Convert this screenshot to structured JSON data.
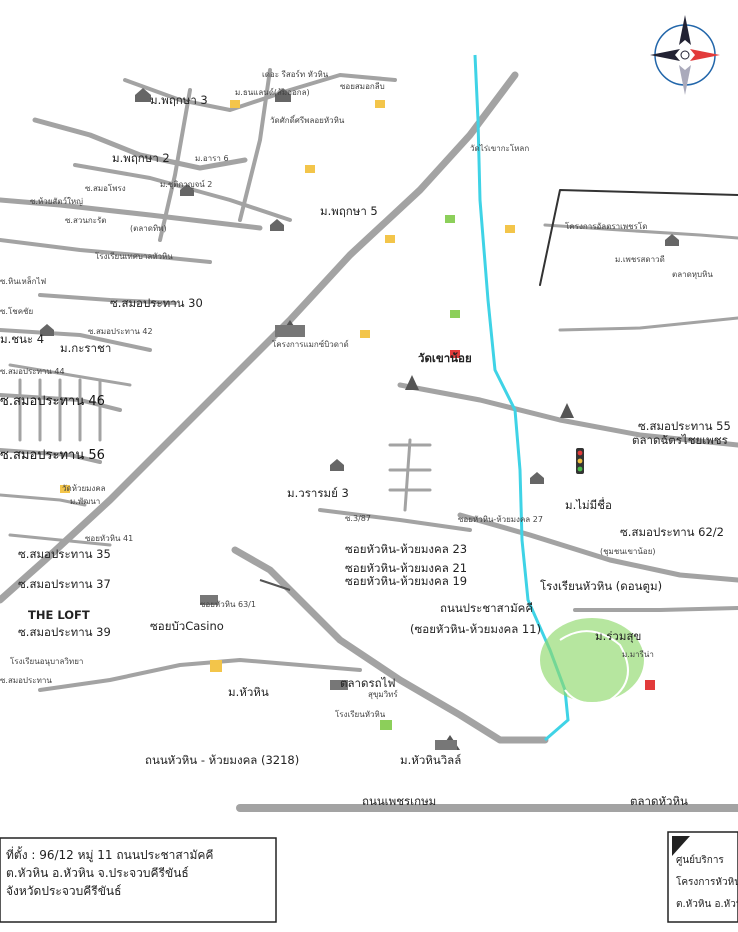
{
  "map": {
    "labels": {
      "soi_lam_phan_kit": "ซอยสมอกลีบ",
      "soi_bottom_near_top": "เดอะ รีสอร์ท หัวหิน",
      "moo_baan_land_estate": "ม.ธนแลนด์(ส้มออกล)",
      "wat_thai": "วัดศักดิ์ศรีพลอยหัวหิน",
      "moo_papawan_3": "ม.พฤกษา 3",
      "moo_papawan_2": "ม.พฤกษา 2",
      "moo_arun_6": "ม.อารา 6",
      "soi_samok_phong": "ซ.สมอโพรง",
      "moo_chatkunrat": "ม.ชุติกาญจน์ 2",
      "soi_nong_khor_khi": "ซ.ห้วยสัตว์ใหญ่",
      "soi_triphuk": "ซ.สวนกะรัต",
      "talad_pak": "(ตลาดทิพ)",
      "school_near": "โรงเรียนเทศบาลหัวหิน",
      "moo_patthana": "ม.พฤกษา 5",
      "wat_right_top": "วัดไร่เขากะโหลก",
      "project_right": "โครงการอัลตราเพชรโด",
      "moo_phet_pradit": "ม.เพชรสดาวดี",
      "talad_right": "ตลาดหุบหิน",
      "soi_sop_30": "ซ.สมอประทาน 30",
      "soi_sop_42": "ซ.สมอประทาน 42",
      "moo_chana_4": "ม.ชนะ 4",
      "moo_chaoya": "ม.กะราชา",
      "soi_sop_46": "ซ.สมอประทาน 46",
      "soi_sop_44": "ซ.สมอประทาน 44",
      "soi_sop_56": "ซ.สมอประทาน 56",
      "samakkee_trip": "ม.พัฒนา",
      "wat_huay_mongkol": "วัดห้วยมงคล",
      "project_mid_right": "โครงการแมกซ์บิวดาด์",
      "wat_khao_takiab": "วัดเขาน้อย",
      "soi_sop_55": "ซ.สมอประทาน 55",
      "talad_chat_chai": "ตลาดฉัตรไชยเพชร",
      "moo_wararom": "ม.วรารมย์ 3",
      "soi_3_87": "ซ.3/87",
      "moo_mai_me": "ม.ไม่มีชื่อ",
      "soi_huahin_mongkol_27": "ซอยหัวหิน-ห้วยมงคล 27",
      "soi_sop_62_2": "ซ.สมอประทาน 62/2",
      "soi_sop_62_note": "(ชุมชนเขาน้อย)",
      "soi_huahin_23": "ซอยหัวหิน-ห้วยมงคล 23",
      "soi_huahin_21": "ซอยหัวหิน-ห้วยมงคล 21",
      "soi_huahin_19": "ซอยหัวหิน-ห้วยมงคล 19",
      "school_hua_hin": "โรงเรียนหัวหิน (ดอนตูม)",
      "thanon_sop": "ถนนประชาสามัคคี",
      "soi_huahin_11": "(ซอยหัวหิน-ห้วยมงคล 11)",
      "moo_ram_suk": "ม.ร่วมสุข",
      "moo_mariak": "ม.มารีน่า",
      "soi_sop_35": "ซ.สมอประทาน 35",
      "soi_sop_37": "ซ.สมอประทาน 37",
      "the_loft": "THE LOFT",
      "soi_sop_39": "ซ.สมอประทาน 39",
      "school_left": "โรงเรียนอนุบาลวิทยา",
      "soi_left_bottom": "ซ.สมอประทาน",
      "soi_gadget": "ซอยหัวหิน 41",
      "casino_soi": "ซอยบัวCasino",
      "talad_rot_fai": "ตลาดรถไฟ",
      "talad_sao": "สุขุมวิทร์",
      "moo_khao": "ม.หัวหิน",
      "wat_school": "โรงเรียนหัวหิน",
      "thanon_huahin_mongkol": "ถนนหัวหิน - ห้วยมงคล (3218)",
      "thanon_phetkasem": "ถนนเพชรเกษม",
      "talad_huahin_market": "ตลาดหัวหิน",
      "market_khao": "ม.หัวหินวิลล์",
      "soi_huahin_63": "ซอยหัวหิน 63/1",
      "soi_left_top": "ซ.หินเหล็กไฟ",
      "soi_left_2": "ซ.โชคชัย"
    }
  },
  "info_left": {
    "line1": "ที่ตั้ง : 96/12 หมู่ 11 ถนนประชาสามัคคี",
    "line2": "ต.หัวหิน อ.หัวหิน จ.ประจวบคีรีขันธ์",
    "line3": "จังหวัดประจวบคีรีขันธ์"
  },
  "info_right": {
    "line1": "ศูนย์บริการ",
    "line2": "โครงการหัวหิน",
    "line3": "ต.หัวหิน อ.หัวหิน"
  },
  "colors": {
    "road": "#a3a3a3",
    "river": "#3fd3e6",
    "park": "#8fd96b",
    "accent_red": "#e23b3b"
  },
  "icons": {
    "compass": "compass-icon",
    "temple": "temple-icon",
    "school": "school-icon",
    "shop": "shop-icon",
    "traffic_light": "traffic-light-icon",
    "house": "house-icon"
  }
}
